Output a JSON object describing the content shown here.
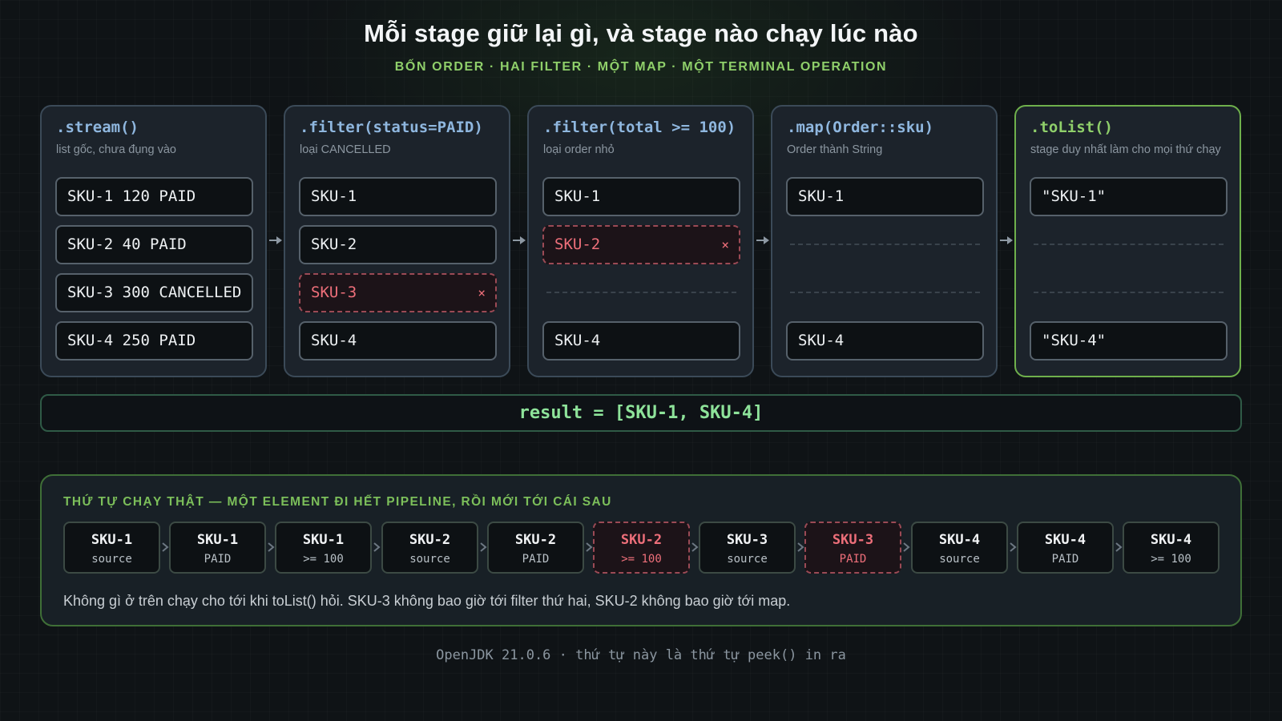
{
  "header": {
    "title": "Mỗi stage giữ lại gì, và stage nào chạy lúc nào",
    "subtitle": "BỐN ORDER · HAI FILTER · MỘT MAP · MỘT TERMINAL OPERATION"
  },
  "stages": [
    {
      "title": ".stream()",
      "desc": "list gốc, chưa đụng vào",
      "items": [
        {
          "label": "SKU-1 120 PAID"
        },
        {
          "label": "SKU-2 40 PAID"
        },
        {
          "label": "SKU-3 300 CANCELLED"
        },
        {
          "label": "SKU-4 250 PAID"
        }
      ]
    },
    {
      "title": ".filter(status=PAID)",
      "desc": "loại CANCELLED",
      "items": [
        {
          "label": "SKU-1"
        },
        {
          "label": "SKU-2"
        },
        {
          "label": "SKU-3",
          "dropped": true
        },
        {
          "label": "SKU-4"
        }
      ]
    },
    {
      "title": ".filter(total >= 100)",
      "desc": "loại order nhỏ",
      "items": [
        {
          "label": "SKU-1"
        },
        {
          "label": "SKU-2",
          "dropped": true
        },
        {
          "label": null
        },
        {
          "label": "SKU-4"
        }
      ]
    },
    {
      "title": ".map(Order::sku)",
      "desc": "Order thành String",
      "items": [
        {
          "label": "SKU-1"
        },
        {
          "label": null
        },
        {
          "label": null
        },
        {
          "label": "SKU-4"
        }
      ]
    },
    {
      "title": ".toList()",
      "desc": "stage duy nhất làm cho mọi thứ chạy",
      "final": true,
      "items": [
        {
          "label": "\"SKU-1\""
        },
        {
          "label": null
        },
        {
          "label": null
        },
        {
          "label": "\"SKU-4\""
        }
      ]
    }
  ],
  "drop_marker": "×",
  "result": "result = [SKU-1, SKU-4]",
  "execution_order": {
    "title": "THỨ TỰ CHẠY THẬT — MỘT ELEMENT ĐI HẾT PIPELINE, RỒI MỚI TỚI CÁI SAU",
    "steps": [
      {
        "sku": "SKU-1",
        "stage": "source"
      },
      {
        "sku": "SKU-1",
        "stage": "PAID"
      },
      {
        "sku": "SKU-1",
        "stage": ">= 100"
      },
      {
        "sku": "SKU-2",
        "stage": "source"
      },
      {
        "sku": "SKU-2",
        "stage": "PAID"
      },
      {
        "sku": "SKU-2",
        "stage": ">= 100",
        "dropped": true
      },
      {
        "sku": "SKU-3",
        "stage": "source"
      },
      {
        "sku": "SKU-3",
        "stage": "PAID",
        "dropped": true
      },
      {
        "sku": "SKU-4",
        "stage": "source"
      },
      {
        "sku": "SKU-4",
        "stage": "PAID"
      },
      {
        "sku": "SKU-4",
        "stage": ">= 100"
      }
    ],
    "note": "Không gì ở trên chạy cho tới khi toList() hỏi. SKU-3 không bao giờ tới filter thứ hai, SKU-2 không bao giờ tới map."
  },
  "footer": "OpenJDK 21.0.6 · thứ tự này là thứ tự peek() in ra",
  "colors": {
    "accent_green": "#8fcf6a",
    "stage_title_blue": "#8fb7df",
    "dropped_red": "#ee6f7a",
    "result_green": "#8ee39a"
  }
}
